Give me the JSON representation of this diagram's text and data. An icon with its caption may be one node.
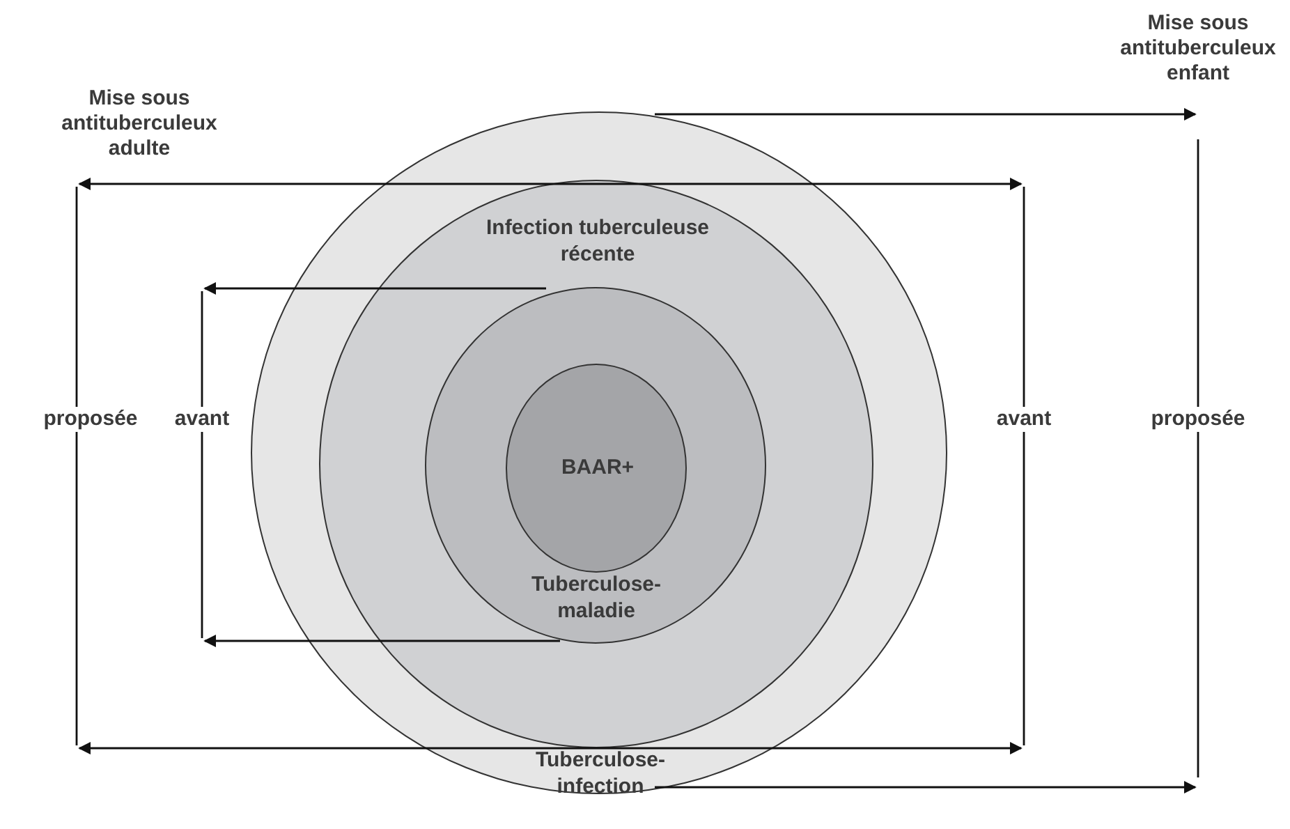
{
  "diagram": {
    "nodes": [
      {
        "text": [
          "Tuberculose-infection"
        ]
      },
      {
        "text": [
          "Infection tuberculeuse récente"
        ],
        "in": 0
      },
      {
        "text": [
          "Tuberculose-maladie"
        ],
        "in": 1
      },
      {
        "text": [
          "BAAR+"
        ],
        "in": 2
      }
    ],
    "labels": [
      "Mise sous antituberculeux enfant",
      "Mise sous antituberculeux adulte",
      "proposée",
      "avant",
      "avant",
      "proposée"
    ]
  }
}
